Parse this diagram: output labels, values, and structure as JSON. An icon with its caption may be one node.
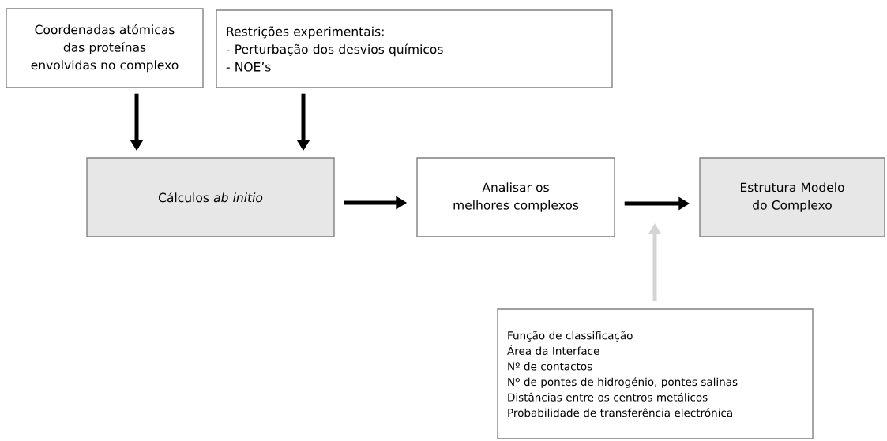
{
  "diagram": {
    "nodes": [
      {
        "text": [
          "Coordenadas atómicas das proteínas envolvidas no complexo"
        ]
      },
      {
        "text": [
          "Restrições experimentais:",
          "- Perturbação dos desvios químicos",
          "- NOE’s"
        ]
      },
      {
        "text": [
          "Cálculos *ab initio*"
        ]
      },
      {
        "text": [
          "Analisar os melhores complexos"
        ]
      },
      {
        "text": [
          "Estrutura Modelo do Complexo"
        ]
      },
      {
        "text": [
          "Função de classificação",
          "Área da Interface",
          "Nº de contactos",
          "Nº de pontes de hidrogénio, pontes salinas",
          "Distâncias entre os centros metálicos",
          "Probabilidade de transferência electrónica"
        ]
      }
    ],
    "edges": [
      {
        "from": 0,
        "to": 2,
        "arrow": "to"
      },
      {
        "from": 1,
        "to": 2,
        "arrow": "to"
      },
      {
        "from": 2,
        "to": 3,
        "arrow": "to"
      },
      {
        "from": 3,
        "to": 4,
        "arrow": "to"
      },
      {
        "from": 5,
        "to": null,
        "arrow": "to",
        "color": "#d4d4d4"
      }
    ]
  }
}
